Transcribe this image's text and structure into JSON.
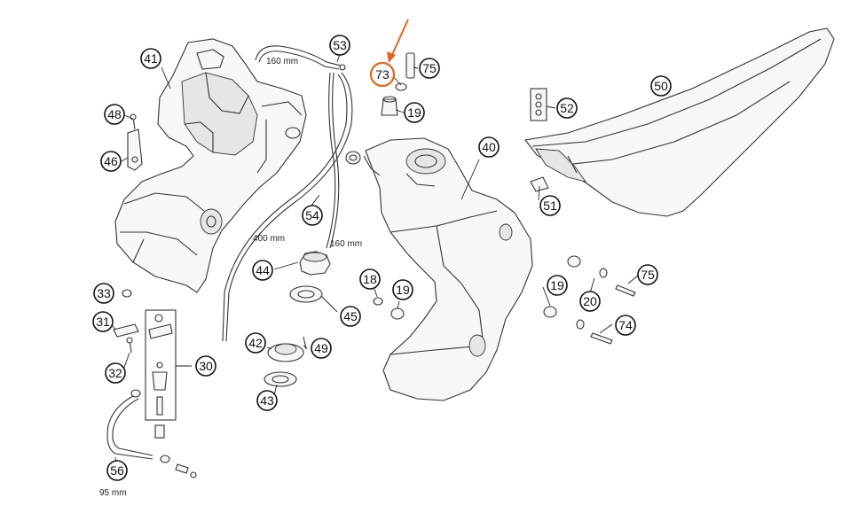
{
  "highlight": {
    "part": "73",
    "color": "#e8621d"
  },
  "callouts": {
    "c41": "41",
    "c53": "53",
    "c73": "73",
    "c75a": "75",
    "c50": "50",
    "c48": "48",
    "c46": "46",
    "c19a": "19",
    "c52": "52",
    "c40": "40",
    "c51": "51",
    "c54": "54",
    "c44": "44",
    "c18": "18",
    "c19b": "19",
    "c19c": "19",
    "c75b": "75",
    "c20": "20",
    "c33": "33",
    "c45": "45",
    "c74": "74",
    "c31": "31",
    "c42": "42",
    "c49": "49",
    "c30": "30",
    "c32": "32",
    "c43": "43",
    "c56": "56"
  },
  "dimensions": {
    "hose_top": "160 mm",
    "hose_left": "400 mm",
    "hose_right": "160 mm",
    "hose_fuel": "95 mm"
  }
}
